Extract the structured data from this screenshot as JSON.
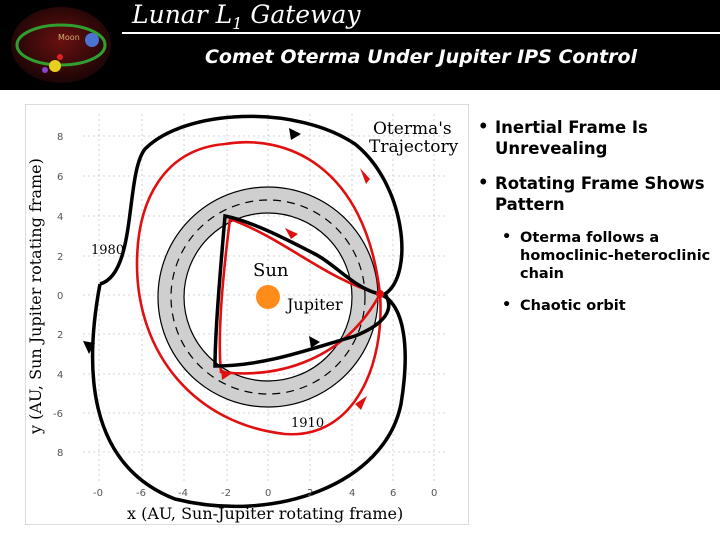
{
  "header": {
    "title": "Lunar L",
    "title_sub": "1",
    "title_tail": " Gateway",
    "logo_label": "Moon"
  },
  "slide": {
    "title": "Comet Oterma Under Jupiter IPS Control"
  },
  "figure": {
    "y_axis_label": "y (AU, Sun Jupiter rotating frame)",
    "x_axis_label": "x (AU, Sun-Jupiter rotating frame)",
    "y_tick_labels": [
      "8",
      "6",
      "4",
      "2",
      "0",
      "2",
      "4",
      "-6",
      "8"
    ],
    "x_tick_labels": [
      "-0",
      "-6",
      "-4",
      "-2",
      "0",
      "2",
      "4",
      "6",
      "0"
    ],
    "trajectory_label_line1": "Oterma's",
    "trajectory_label_line2": "Trajectory",
    "sun_label": "Sun",
    "jupiter_label": "Jupiter",
    "year_1980": "1980",
    "year_1910": "1910",
    "colors": {
      "sun": "#ff8c1a",
      "band": "#c8c8c8",
      "trajectory": "#000000",
      "orbit": "#e01010"
    }
  },
  "bullets": [
    {
      "text": "Inertial Frame Is Unrevealing",
      "level": 1
    },
    {
      "text": "Rotating Frame Shows Pattern",
      "level": 1
    },
    {
      "text": "Oterma follows a homoclinic-heteroclinic chain",
      "level": 2
    },
    {
      "text": "Chaotic orbit",
      "level": 2
    }
  ],
  "bullet_glyph": "•"
}
